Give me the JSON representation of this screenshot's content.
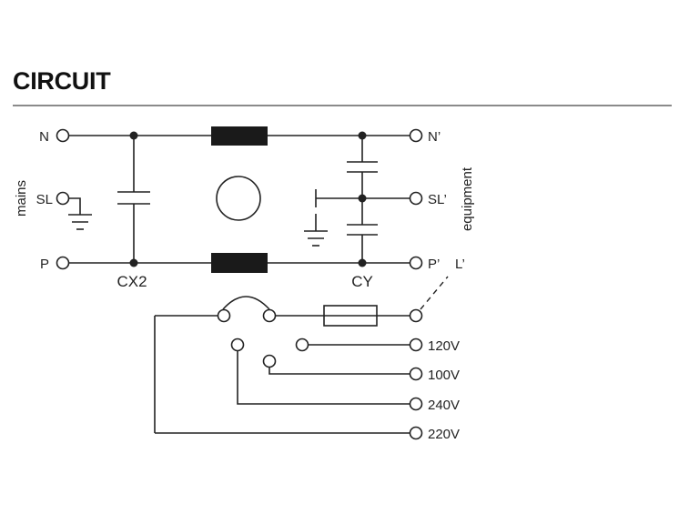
{
  "title": "CIRCUIT",
  "side_labels": {
    "left": "mains",
    "right": "equipment"
  },
  "terminals": {
    "n": "N",
    "sl": "SL",
    "p": "P",
    "n_out": "N’",
    "sl_out": "SL’",
    "p_out": "P’",
    "l_out": "L’"
  },
  "capacitors": {
    "cx": "CX2",
    "cy": "CY"
  },
  "voltages": {
    "v120": "120V",
    "v100": "100V",
    "v240": "240V",
    "v220": "220V"
  }
}
